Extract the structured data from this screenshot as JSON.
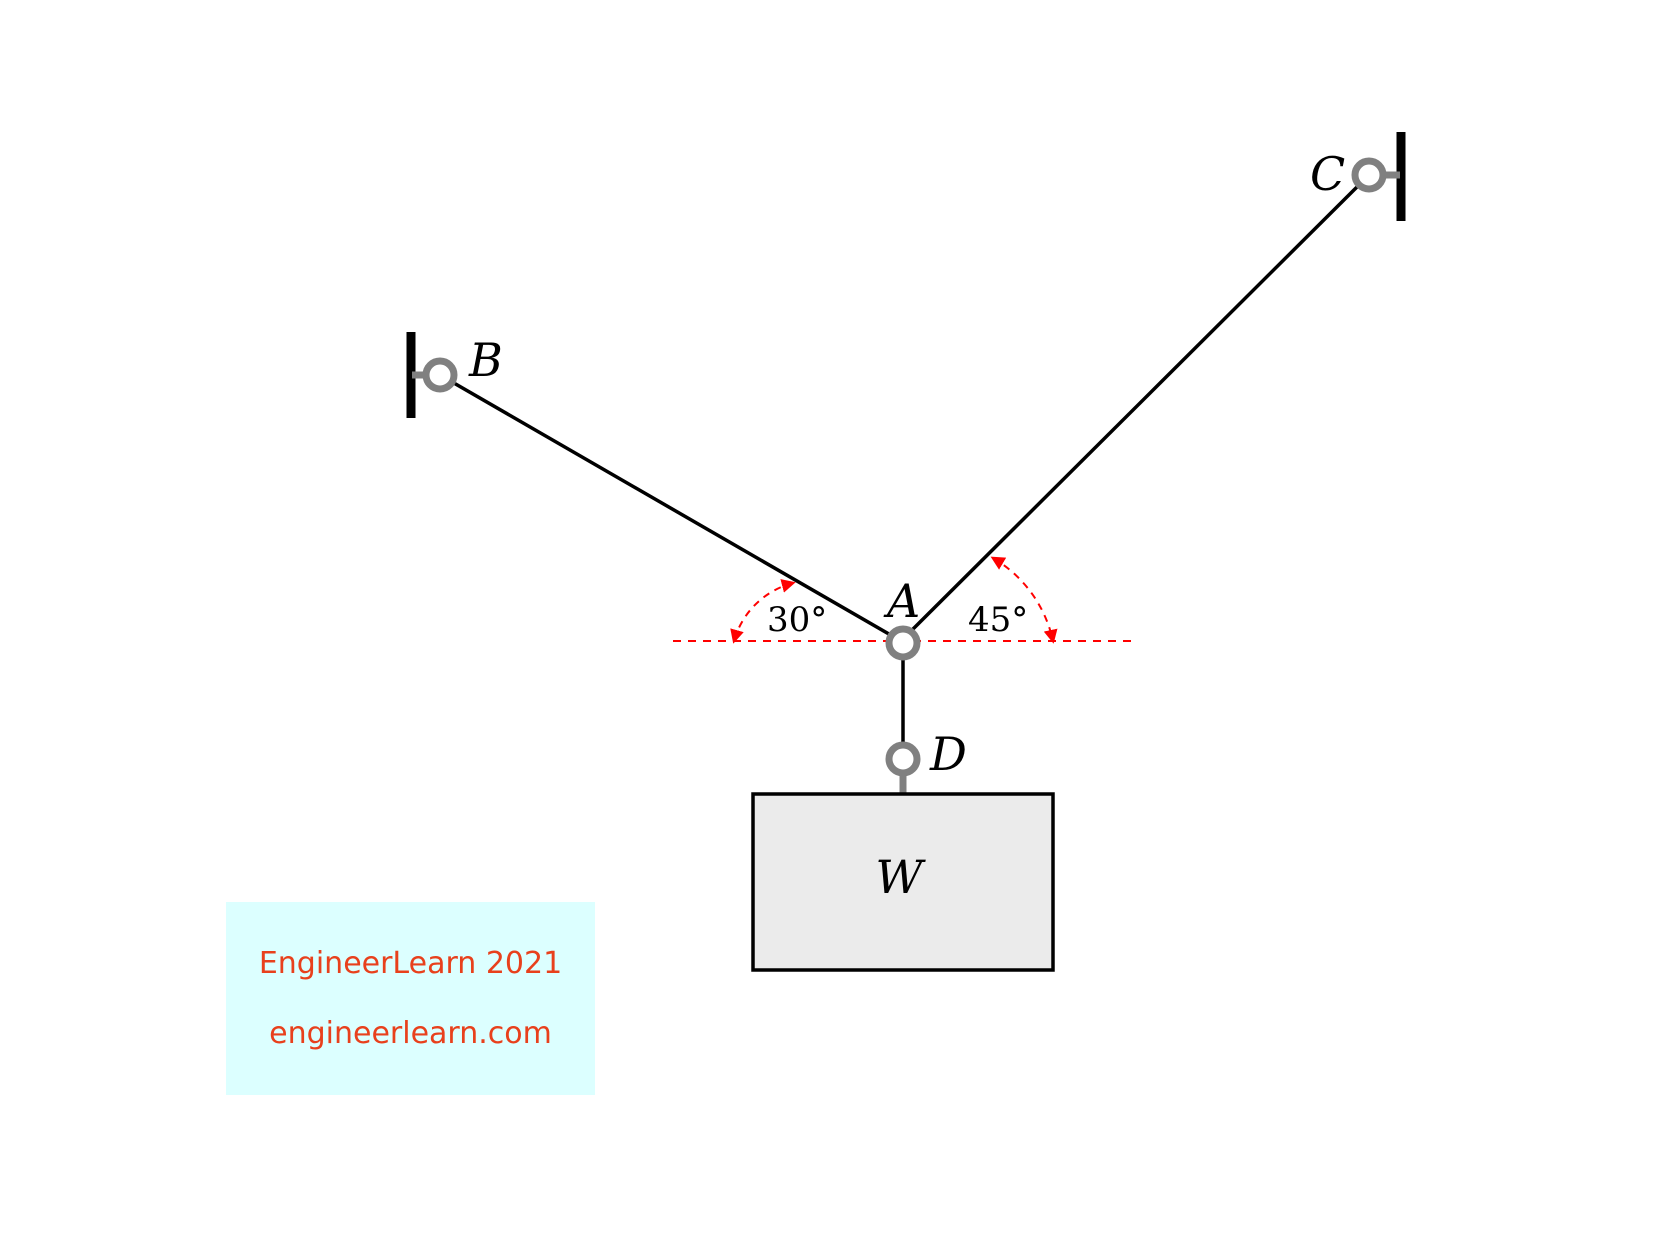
{
  "diagram": {
    "points": {
      "a": "A",
      "b": "B",
      "c": "C",
      "d": "D"
    },
    "angles": {
      "left": "30°",
      "right": "45°"
    },
    "weight": "W",
    "colors": {
      "member": "#000000",
      "pin": "#808080",
      "reference": "#ff0000",
      "block_fill": "#ebebeb"
    }
  },
  "watermark": {
    "line1": "EngineerLearn 2021",
    "line2": "engineerlearn.com",
    "text_color": "#e8401c",
    "background": "#dcffff"
  }
}
